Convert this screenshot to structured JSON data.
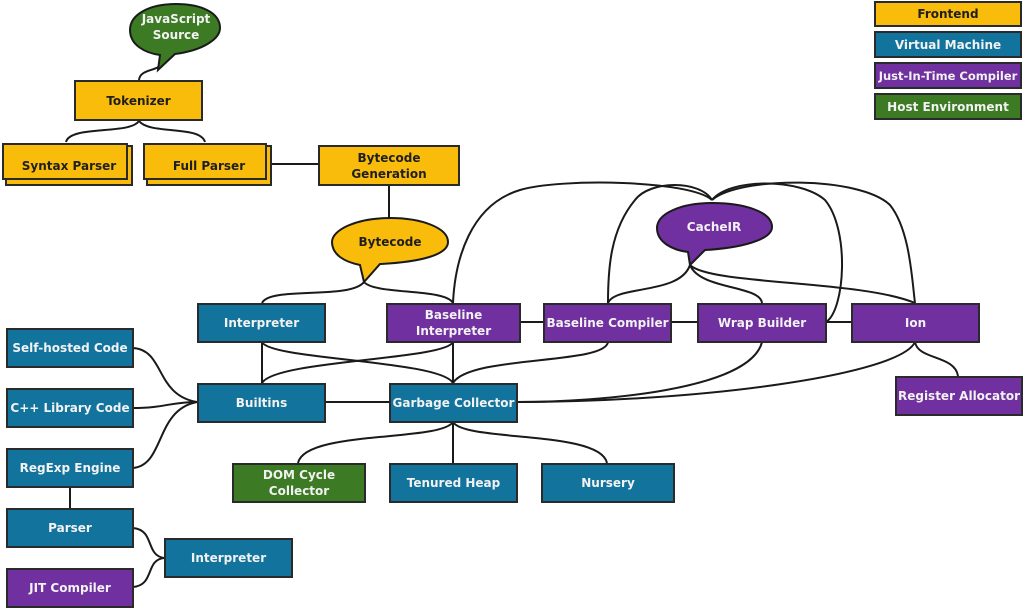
{
  "legend": [
    {
      "label": "Frontend",
      "category": "frontend"
    },
    {
      "label": "Virtual Machine",
      "category": "vm"
    },
    {
      "label": "Just-In-Time Compiler",
      "category": "jit"
    },
    {
      "label": "Host Environment",
      "category": "host"
    }
  ],
  "colors": {
    "frontend": "#f9bc0a",
    "vm": "#12739d",
    "jit": "#7030a0",
    "host": "#3c7a23",
    "stroke": "#2a2a2a"
  },
  "bubbles": {
    "js_source": {
      "line1": "JavaScript",
      "line2": "Source",
      "category": "host"
    },
    "bytecode": {
      "label": "Bytecode",
      "category": "frontend"
    },
    "cacheir": {
      "label": "CacheIR",
      "category": "jit"
    }
  },
  "nodes": {
    "tokenizer": {
      "label": "Tokenizer",
      "category": "frontend"
    },
    "syntax_parser": {
      "label": "Syntax Parser",
      "category": "frontend"
    },
    "full_parser": {
      "label": "Full Parser",
      "category": "frontend"
    },
    "bytecode_generation": {
      "label": "Bytecode Generation",
      "category": "frontend"
    },
    "interpreter": {
      "label": "Interpreter",
      "category": "vm"
    },
    "baseline_interpreter": {
      "label": "Baseline Interpreter",
      "category": "jit"
    },
    "baseline_compiler": {
      "label": "Baseline Compiler",
      "category": "jit"
    },
    "wrap_builder": {
      "label": "Wrap Builder",
      "category": "jit"
    },
    "ion": {
      "label": "Ion",
      "category": "jit"
    },
    "register_allocator": {
      "label": "Register Allocator",
      "category": "jit"
    },
    "self_hosted_code": {
      "label": "Self-hosted Code",
      "category": "vm"
    },
    "cpp_library_code": {
      "label": "C++ Library Code",
      "category": "vm"
    },
    "regexp_engine": {
      "label": "RegExp Engine",
      "category": "vm"
    },
    "builtins": {
      "label": "Builtins",
      "category": "vm"
    },
    "garbage_collector": {
      "label": "Garbage Collector",
      "category": "vm"
    },
    "dom_cycle_collector": {
      "label": "DOM Cycle Collector",
      "category": "host"
    },
    "tenured_heap": {
      "label": "Tenured Heap",
      "category": "vm"
    },
    "nursery": {
      "label": "Nursery",
      "category": "vm"
    },
    "regexp_parser": {
      "label": "Parser",
      "category": "vm"
    },
    "regexp_interpreter": {
      "label": "Interpreter",
      "category": "vm"
    },
    "regexp_jit_compiler": {
      "label": "JIT Compiler",
      "category": "jit"
    }
  },
  "edges": [
    [
      "js_source",
      "tokenizer"
    ],
    [
      "tokenizer",
      "syntax_parser"
    ],
    [
      "tokenizer",
      "full_parser"
    ],
    [
      "full_parser",
      "bytecode_generation"
    ],
    [
      "bytecode_generation",
      "bytecode"
    ],
    [
      "bytecode",
      "interpreter"
    ],
    [
      "bytecode",
      "baseline_interpreter"
    ],
    [
      "baseline_interpreter",
      "baseline_compiler"
    ],
    [
      "baseline_compiler",
      "wrap_builder"
    ],
    [
      "wrap_builder",
      "ion"
    ],
    [
      "cacheir",
      "baseline_interpreter"
    ],
    [
      "cacheir",
      "baseline_compiler"
    ],
    [
      "cacheir",
      "wrap_builder"
    ],
    [
      "cacheir",
      "ion"
    ],
    [
      "ion",
      "register_allocator"
    ],
    [
      "interpreter",
      "builtins"
    ],
    [
      "interpreter",
      "garbage_collector"
    ],
    [
      "baseline_interpreter",
      "builtins"
    ],
    [
      "baseline_interpreter",
      "garbage_collector"
    ],
    [
      "baseline_compiler",
      "garbage_collector"
    ],
    [
      "wrap_builder",
      "garbage_collector"
    ],
    [
      "ion",
      "garbage_collector"
    ],
    [
      "builtins",
      "garbage_collector"
    ],
    [
      "self_hosted_code",
      "builtins"
    ],
    [
      "cpp_library_code",
      "builtins"
    ],
    [
      "regexp_engine",
      "builtins"
    ],
    [
      "garbage_collector",
      "dom_cycle_collector"
    ],
    [
      "garbage_collector",
      "tenured_heap"
    ],
    [
      "garbage_collector",
      "nursery"
    ],
    [
      "regexp_engine",
      "regexp_parser"
    ],
    [
      "regexp_parser",
      "regexp_interpreter"
    ],
    [
      "regexp_jit_compiler",
      "regexp_interpreter"
    ]
  ]
}
